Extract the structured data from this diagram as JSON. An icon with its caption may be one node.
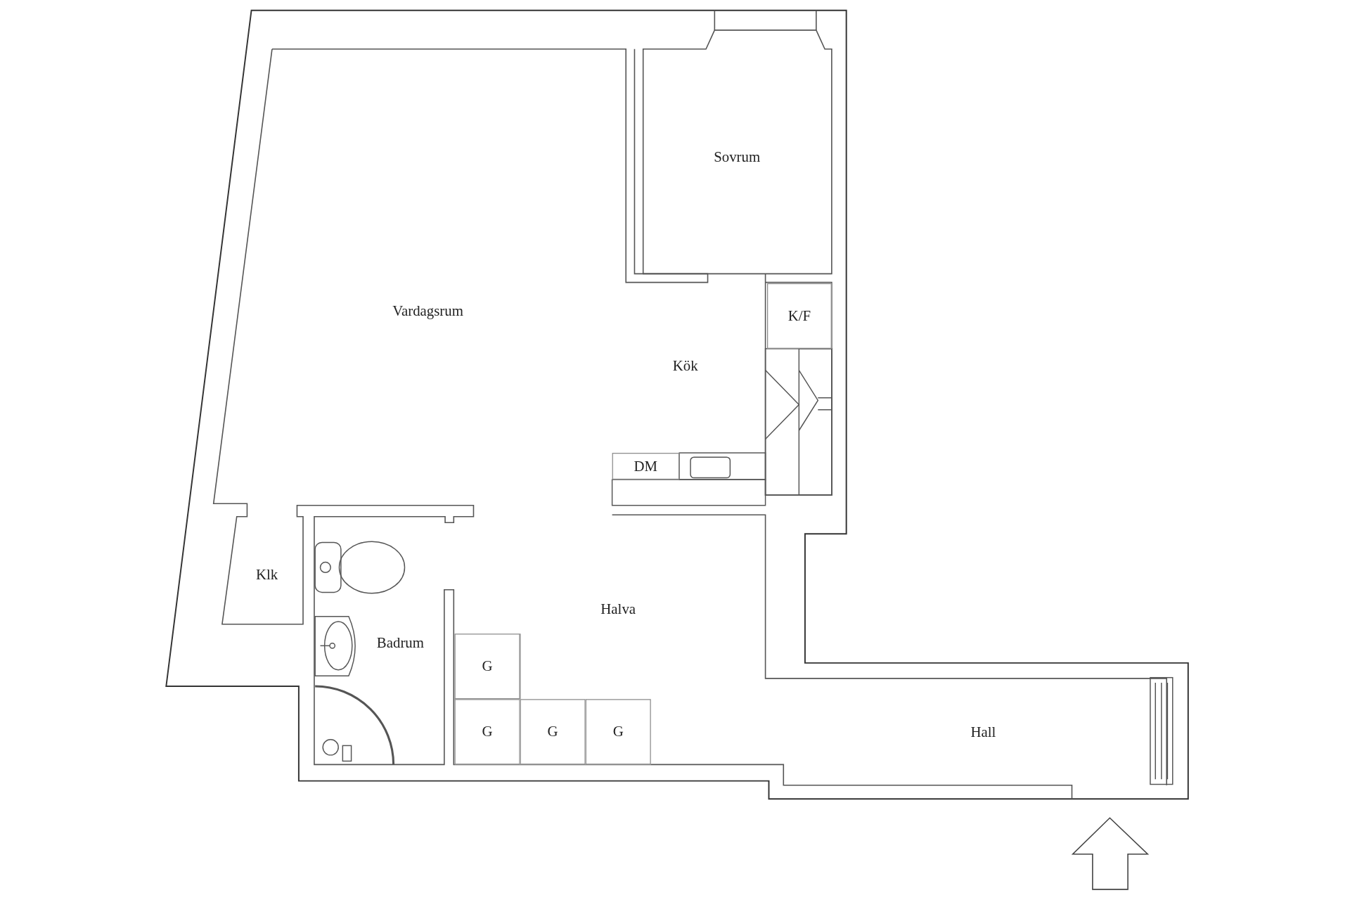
{
  "diagram": {
    "nodes": [
      {
        "text": [
          "K/F"
        ]
      },
      {
        "text": [
          "DM"
        ]
      },
      {
        "text": [
          "G"
        ]
      },
      {
        "text": [
          "G"
        ]
      },
      {
        "text": [
          "G"
        ]
      },
      {
        "text": [
          "G"
        ]
      }
    ],
    "labels": [
      "Sovrum",
      "Vardagsrum",
      "Kök",
      "Klk",
      "Halva",
      "Badrum",
      "Hall"
    ]
  }
}
